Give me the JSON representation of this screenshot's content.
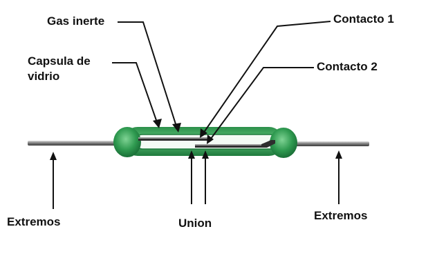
{
  "labels": {
    "gas_inerte": "Gas inerte",
    "capsula": [
      "Capsula de",
      "vidrio"
    ],
    "contacto1": "Contacto 1",
    "contacto2": "Contacto 2",
    "extremos_left": "Extremos",
    "union": "Union",
    "extremos_right": "Extremos"
  },
  "colors": {
    "glass_green": "#3aa35a",
    "glass_dark": "#1f7a3d",
    "glass_light": "#b9e6c4",
    "wire": "#6f6f6f",
    "line": "#111111"
  }
}
